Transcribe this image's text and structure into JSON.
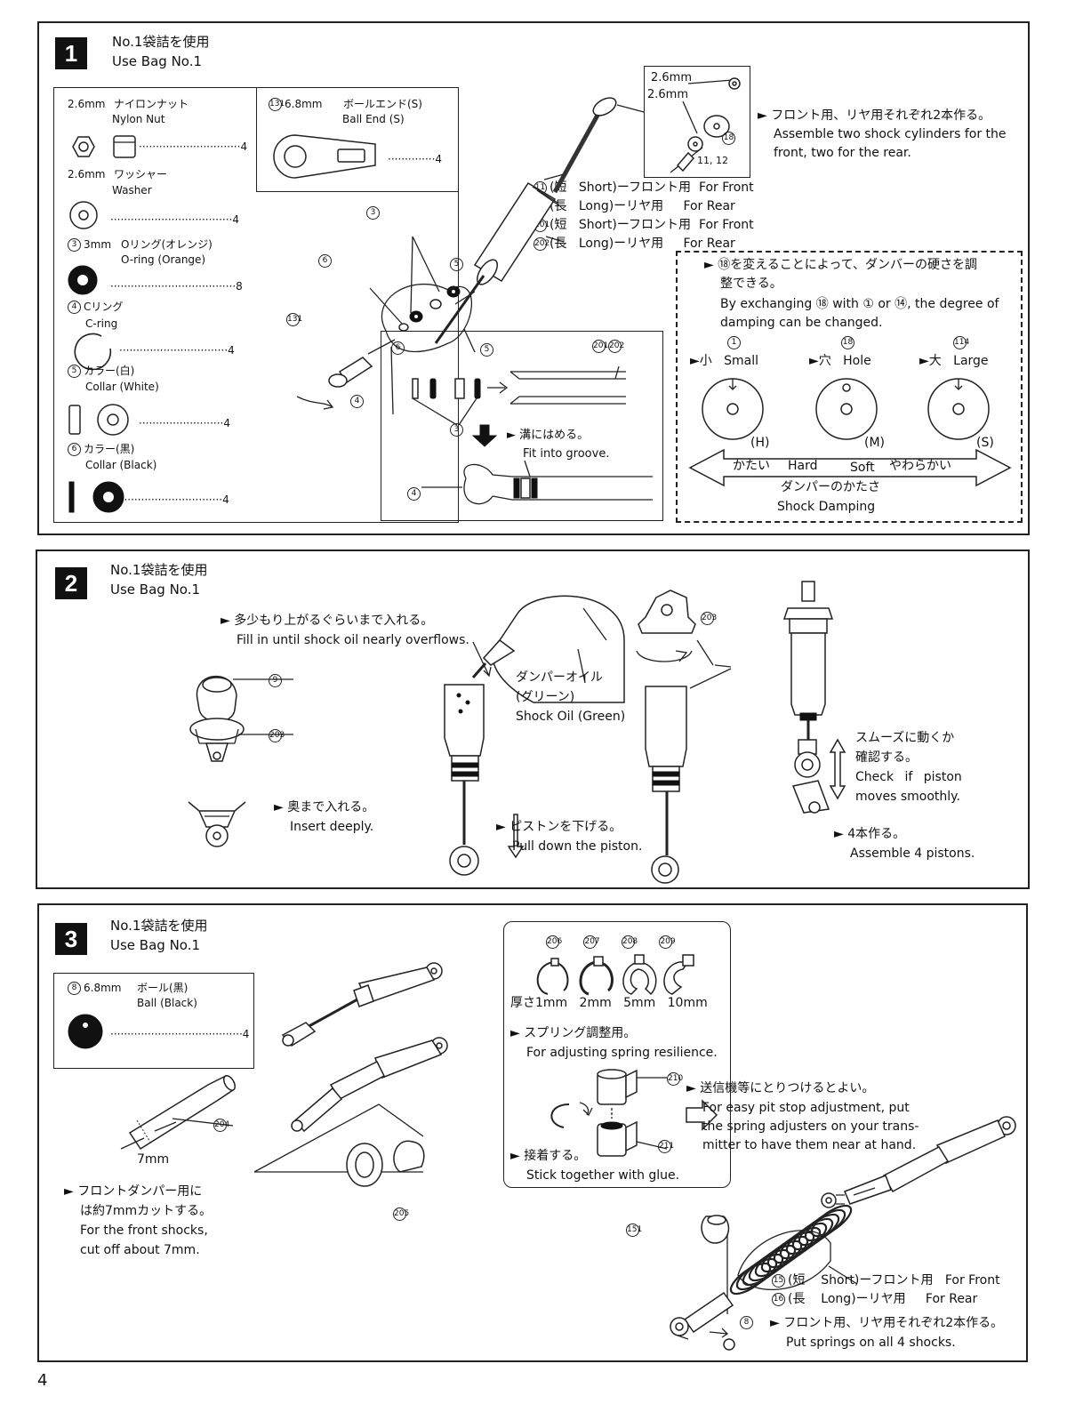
{
  "page_number": "4",
  "steps": [
    {
      "number": "1",
      "bag_jp": "No.1袋詰を使用",
      "bag_en": "Use Bag No.1",
      "parts": [
        {
          "ref": "",
          "size": "2.6mm",
          "jp": "ナイロンナット",
          "en": "Nylon Nut",
          "qty": "4"
        },
        {
          "ref": "",
          "size": "2.6mm",
          "jp": "ワッシャー",
          "en": "Washer",
          "qty": "4"
        },
        {
          "ref": "3",
          "size": "3mm",
          "jp": "Oリング(オレンジ)",
          "en": "O-ring (Orange)",
          "qty": "8"
        },
        {
          "ref": "4",
          "size": "",
          "jp": "Cリング",
          "en": "C-ring",
          "qty": "4"
        },
        {
          "ref": "5",
          "size": "",
          "jp": "カラー(白)",
          "en": "Collar (White)",
          "qty": "4"
        },
        {
          "ref": "6",
          "size": "",
          "jp": "カラー(黒)",
          "en": "Collar (Black)",
          "qty": "4"
        },
        {
          "ref": "131",
          "size": "6.8mm",
          "jp": "ボールエンド(S)",
          "en": "Ball End (S)",
          "qty": "4"
        }
      ],
      "detail_top": {
        "size1": "2.6mm",
        "size2": "2.6mm",
        "ref_a": "18",
        "ref_b": "11, 12"
      },
      "note_jp": "フロント用、リヤ用それぞれ2本作る。",
      "note_en1": "Assemble two shock cylinders for the",
      "note_en2": "front, two for the rear.",
      "variants": [
        {
          "ref": "11",
          "jp": "(短",
          "en_len": "Short)ーフロント用",
          "use": "For Front"
        },
        {
          "ref": "12",
          "jp": "(長",
          "en_len": "Long)ーリヤ用",
          "use": "For Rear"
        },
        {
          "ref": "201",
          "jp": "(短",
          "en_len": "Short)ーフロント用",
          "use": "For Front"
        },
        {
          "ref": "202",
          "jp": "(長",
          "en_len": "Long)ーリヤ用",
          "use": "For Rear"
        }
      ],
      "groove_jp": "溝にはめる。",
      "groove_en": "Fit into groove.",
      "damping": {
        "jp1": "⑱を変えることによって、ダンバーの硬さを調",
        "jp2": "整できる。",
        "en1": "By exchanging ⑱ with ① or ⑭, the degree of",
        "en2": "damping can be changed.",
        "pistons": [
          {
            "ref": "1",
            "jp": "小",
            "en": "Small",
            "code": "(H)"
          },
          {
            "ref": "18",
            "jp": "穴",
            "en": "Hole",
            "code": "(M)"
          },
          {
            "ref": "114",
            "jp": "大",
            "en": "Large",
            "code": "(S)"
          }
        ],
        "hard_jp": "かたい",
        "hard_en": "Hard",
        "soft_en": "Soft",
        "soft_jp": "やわらかい",
        "caption_jp": "ダンパーのかたさ",
        "caption_en": "Shock Damping"
      }
    },
    {
      "number": "2",
      "bag_jp": "No.1袋詰を使用",
      "bag_en": "Use Bag No.1",
      "fill_jp": "多少もり上がるぐらいまで入れる。",
      "fill_en": "Fill in until shock oil nearly overflows.",
      "oil_jp1": "ダンパーオイル",
      "oil_jp2": "(グリーン)",
      "oil_en": "Shock Oil (Green)",
      "insert_jp": "奥まで入れる。",
      "insert_en": "Insert deeply.",
      "pull_jp": "ピストンを下げる。",
      "pull_en": "Pull down the piston.",
      "check_jp1": "スムーズに動くか",
      "check_jp2": "確認する。",
      "check_en1": "Check if piston",
      "check_en2": "moves smoothly.",
      "make_jp": "4本作る。",
      "make_en": "Assemble 4 pistons.",
      "refs": {
        "a": "9",
        "b": "203",
        "c": "203"
      }
    },
    {
      "number": "3",
      "bag_jp": "No.1袋詰を使用",
      "bag_en": "Use Bag No.1",
      "part": {
        "ref": "8",
        "size": "6.8mm",
        "jp": "ボール(黒)",
        "en": "Ball (Black)",
        "qty": "4"
      },
      "spacers": {
        "refs": [
          "206",
          "207",
          "208",
          "209"
        ],
        "thickness_jp": "厚さ",
        "labels": [
          "1mm",
          "2mm",
          "5mm",
          "10mm"
        ],
        "adjust_jp": "スプリング調整用。",
        "adjust_en": "For adjusting spring resilience.",
        "glue_jp": "接着する。",
        "glue_en": "Stick together with glue.",
        "ref_top": "210",
        "ref_bottom": "211"
      },
      "pit_jp": "送信機等にとりつけるとよい。",
      "pit_en1": "For easy pit stop adjustment, put",
      "pit_en2": "the spring adjusters on your trans-",
      "pit_en3": "mitter to have them near at hand.",
      "cut_label": "7mm",
      "cut_jp1": "フロントダンパー用に",
      "cut_jp2": "は約7mmカットする。",
      "cut_en1": "For the front shocks,",
      "cut_en2": "cut off about 7mm.",
      "ref_204": "204",
      "ref_205": "205",
      "ref_151": "151",
      "ref_8": "8",
      "springs": [
        {
          "ref": "15",
          "jp": "(短",
          "len": "Short)ーフロント用",
          "use": "For Front"
        },
        {
          "ref": "16",
          "jp": "(長",
          "len": "Long)ーリヤ用",
          "use": "For Rear"
        }
      ],
      "springs_jp": "フロント用、リヤ用それぞれ2本作る。",
      "springs_en": "Put springs on all 4 shocks."
    }
  ]
}
